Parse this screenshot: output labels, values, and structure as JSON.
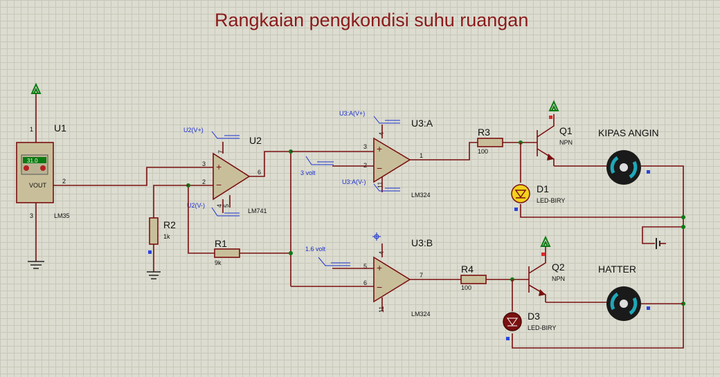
{
  "title": "Rangkaian pengkondisi suhu ruangan",
  "components": {
    "u1": {
      "ref": "U1",
      "part": "LM35",
      "display": "31.0",
      "pin_out": "VOUT",
      "pin1": "1",
      "pin2": "2",
      "pin3": "3"
    },
    "u2": {
      "ref": "U2",
      "part": "LM741",
      "pin2": "2",
      "pin3": "3",
      "pin4": "4",
      "pin5": "5",
      "pin6": "6",
      "pin7": "7"
    },
    "u3a": {
      "ref": "U3:A",
      "part": "LM324",
      "pin1": "1",
      "pin2": "2",
      "pin3": "3",
      "pin4": "4",
      "pin11": "11"
    },
    "u3b": {
      "ref": "U3:B",
      "part": "LM324",
      "pin4": "4",
      "pin5": "5",
      "pin6": "6",
      "pin7": "7",
      "pin11": "11"
    },
    "r1": {
      "ref": "R1",
      "value": "9k"
    },
    "r2": {
      "ref": "R2",
      "value": "1k"
    },
    "r3": {
      "ref": "R3",
      "value": "100"
    },
    "r4": {
      "ref": "R4",
      "value": "100"
    },
    "q1": {
      "ref": "Q1",
      "type": "NPN"
    },
    "q2": {
      "ref": "Q2",
      "type": "NPN"
    },
    "d1": {
      "ref": "D1",
      "part": "LED-BIRY"
    },
    "d3": {
      "ref": "D3",
      "part": "LED-BIRY"
    },
    "fan": {
      "label": "KIPAS ANGIN"
    },
    "heater": {
      "label": "HATTER"
    }
  },
  "probes": {
    "u2_vpos": "U2(V+)",
    "u2_vneg": "U2(V-)",
    "u3a_vpos": "U3:A(V+)",
    "u3a_vneg": "U3:A(V-)",
    "ref_3v": "3 volt",
    "ref_1_6v": "1.6 volt"
  },
  "colors": {
    "wire": "#7a1010",
    "body": "#c8bf9a",
    "probe": "#1a2fd0",
    "led_on": "#f2d21b",
    "led_off": "#7a1010",
    "grid_bg": "#dcdcd0"
  }
}
